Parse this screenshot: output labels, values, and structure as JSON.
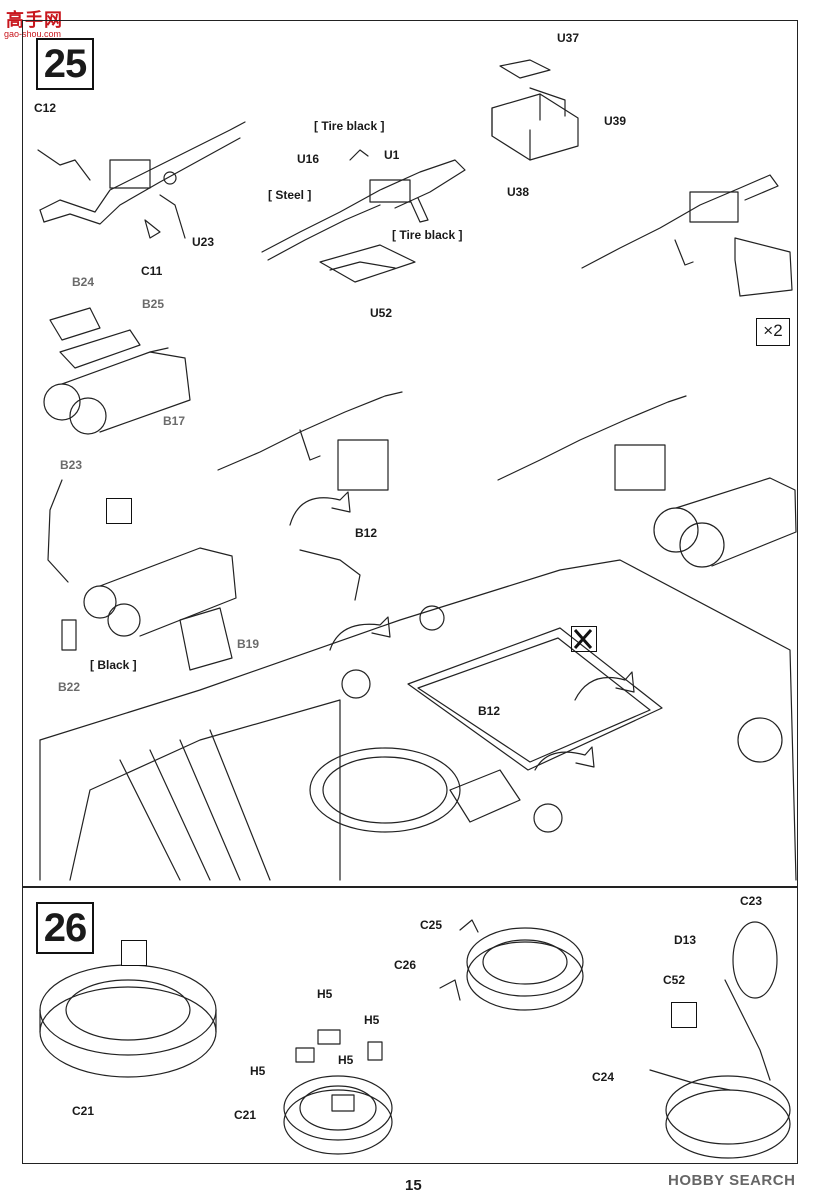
{
  "watermark_top": {
    "title": "高手网",
    "url": "gao-shou.com"
  },
  "watermark_bottom": "HOBBY SEARCH",
  "page_number": "15",
  "step25": {
    "number": "25",
    "multiplier": "×2",
    "labels": {
      "c12": "C12",
      "c11": "C11",
      "u23": "U23",
      "u16": "U16",
      "u1": "U1",
      "u52": "U52",
      "u37": "U37",
      "u38": "U38",
      "u39": "U39",
      "b24": "B24",
      "b25": "B25",
      "b17": "B17",
      "b23": "B23",
      "b22": "B22",
      "b19": "B19",
      "b12a": "B12",
      "b12b": "B12"
    },
    "paints": {
      "tire_black_1": "[ Tire black ]",
      "steel": "[ Steel ]",
      "tire_black_2": "[ Tire black ]",
      "black": "[ Black ]"
    }
  },
  "step26": {
    "number": "26",
    "labels": {
      "c21a": "C21",
      "c21b": "C21",
      "h5a": "H5",
      "h5b": "H5",
      "h5c": "H5",
      "h5d": "H5",
      "c25": "C25",
      "c26": "C26",
      "c23": "C23",
      "d13": "D13",
      "c52": "C52",
      "c24": "C24"
    }
  }
}
